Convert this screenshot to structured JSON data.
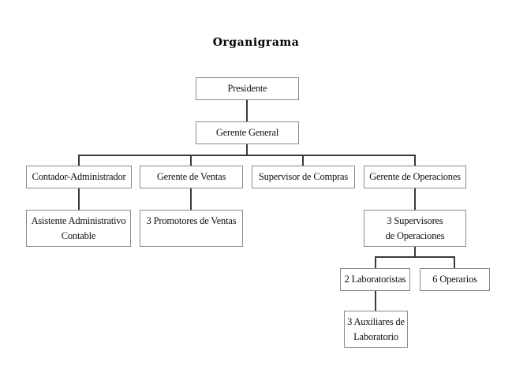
{
  "title": "Organigrama",
  "nodes": {
    "presidente": "Presidente",
    "gerente_general": "Gerente General",
    "contador": "Contador-Administrador",
    "gerente_ventas": "Gerente de Ventas",
    "supervisor_compras": "Supervisor de Compras",
    "gerente_operaciones": "Gerente de Operaciones",
    "asistente_line1": "Asistente Administrativo",
    "asistente_line2": "Contable",
    "promotores": "3 Promotores de Ventas",
    "supervisores_line1": "3 Supervisores",
    "supervisores_line2": "de Operaciones",
    "laboratoristas": "2 Laboratoristas",
    "operarios": "6 Operarios",
    "auxiliares_line1": "3 Auxiliares de",
    "auxiliares_line2": "Laboratorio"
  },
  "hierarchy": [
    {
      "node": "Presidente",
      "children": [
        "Gerente General"
      ]
    },
    {
      "node": "Gerente General",
      "children": [
        "Contador-Administrador",
        "Gerente de Ventas",
        "Supervisor de Compras",
        "Gerente de Operaciones"
      ]
    },
    {
      "node": "Contador-Administrador",
      "children": [
        "Asistente Administrativo Contable"
      ]
    },
    {
      "node": "Gerente de Ventas",
      "children": [
        "3 Promotores de Ventas"
      ]
    },
    {
      "node": "Gerente de Operaciones",
      "children": [
        "3 Supervisores de Operaciones"
      ]
    },
    {
      "node": "3 Supervisores de Operaciones",
      "children": [
        "2 Laboratoristas",
        "6 Operarios"
      ]
    },
    {
      "node": "2 Laboratoristas",
      "children": [
        "3 Auxiliares de Laboratorio"
      ]
    }
  ]
}
